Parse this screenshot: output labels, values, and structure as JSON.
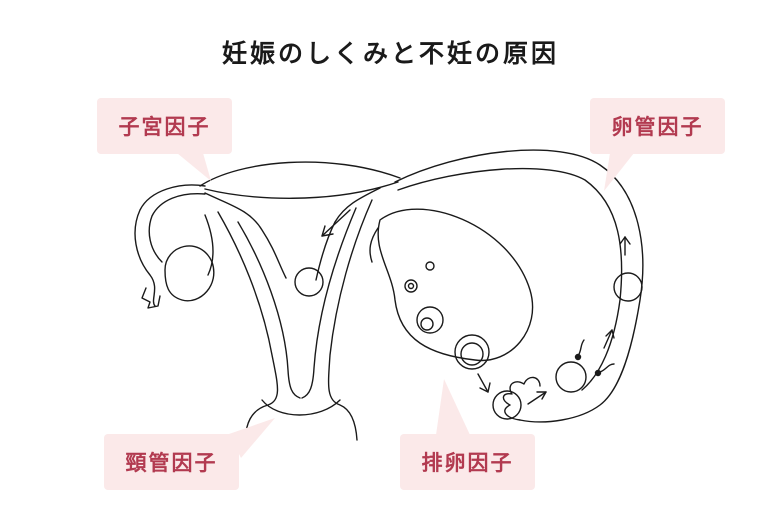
{
  "title": "妊娠のしくみと不妊の原因",
  "labels": {
    "uterine": "子宮因子",
    "tubal": "卵管因子",
    "cervical": "頸管因子",
    "ovulatory": "排卵因子"
  },
  "colors": {
    "label_bg": "#fbe9e9",
    "label_text": "#b23a50",
    "line": "#1a1a1a"
  }
}
